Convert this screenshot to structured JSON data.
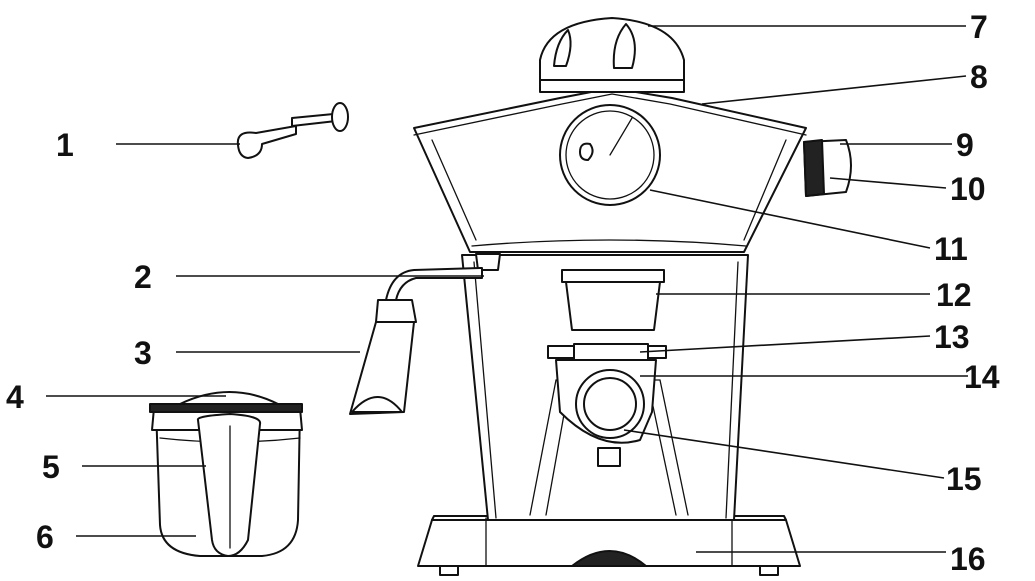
{
  "diagram": {
    "colors": {
      "ink": "#111111",
      "paper": "#ffffff",
      "dark_fill": "#222222"
    },
    "callouts": [
      {
        "id": "1",
        "label": "1"
      },
      {
        "id": "2",
        "label": "2"
      },
      {
        "id": "3",
        "label": "3"
      },
      {
        "id": "4",
        "label": "4"
      },
      {
        "id": "5",
        "label": "5"
      },
      {
        "id": "6",
        "label": "6"
      },
      {
        "id": "7",
        "label": "7"
      },
      {
        "id": "8",
        "label": "8"
      },
      {
        "id": "9",
        "label": "9"
      },
      {
        "id": "10",
        "label": "10"
      },
      {
        "id": "11",
        "label": "11"
      },
      {
        "id": "12",
        "label": "12"
      },
      {
        "id": "13",
        "label": "13"
      },
      {
        "id": "14",
        "label": "14"
      },
      {
        "id": "15",
        "label": "15"
      },
      {
        "id": "16",
        "label": "16"
      }
    ]
  }
}
